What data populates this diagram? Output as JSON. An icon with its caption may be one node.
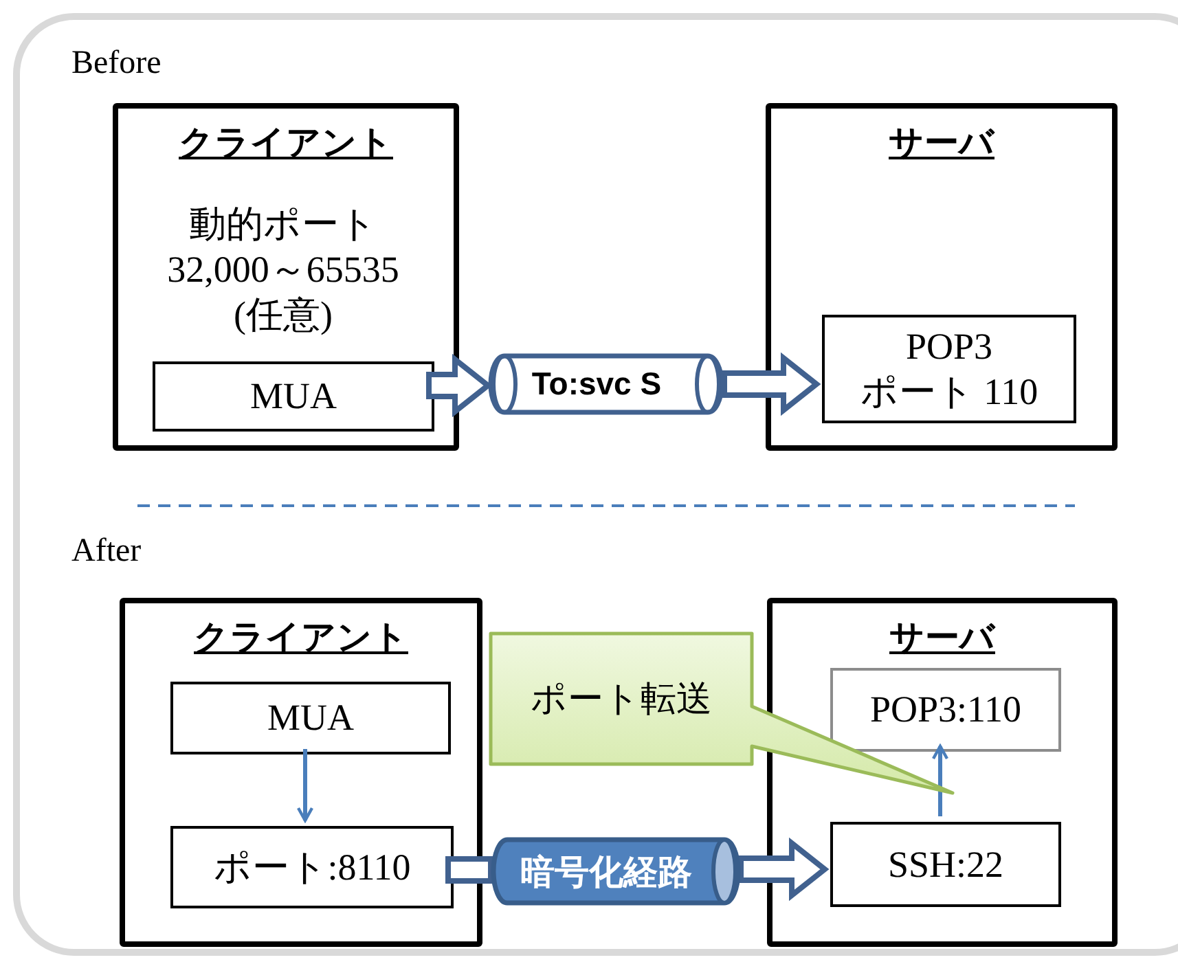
{
  "diagram": {
    "nodes": [
      {
        "text": [
          "クライアント",
          "動的ポート 32,000～65535 (任意)"
        ]
      },
      {
        "text": [
          "MUA"
        ],
        "in": 0
      },
      {
        "text": [
          "サーバ"
        ]
      },
      {
        "text": [
          "POP3 ポート 110"
        ],
        "in": 2
      },
      {
        "text": [
          "To:svc S"
        ]
      },
      {
        "text": [
          "クライアント"
        ]
      },
      {
        "text": [
          "MUA"
        ],
        "in": 5
      },
      {
        "text": [
          "ポート:8110"
        ],
        "in": 5
      },
      {
        "text": [
          "サーバ"
        ]
      },
      {
        "text": [
          "POP3:110"
        ],
        "in": 8
      },
      {
        "text": [
          "SSH:22"
        ],
        "in": 8
      },
      {
        "text": [
          "暗号化経路"
        ]
      },
      {
        "text": [
          "ポート転送"
        ]
      }
    ],
    "edges": [
      {
        "from": 1,
        "to": 4,
        "arrow": "to",
        "style": "thick"
      },
      {
        "from": 4,
        "to": 3,
        "arrow": "to",
        "style": "thick"
      },
      {
        "from": 6,
        "to": 7,
        "arrow": "to",
        "color": "#4a7ebb"
      },
      {
        "from": 7,
        "to": 11,
        "arrow": "none",
        "style": "thick"
      },
      {
        "from": 11,
        "to": 10,
        "arrow": "to",
        "style": "thick"
      },
      {
        "from": 10,
        "to": 9,
        "arrow": "to",
        "color": "#4a7ebb"
      }
    ],
    "labels": [
      "Before",
      "After"
    ]
  }
}
